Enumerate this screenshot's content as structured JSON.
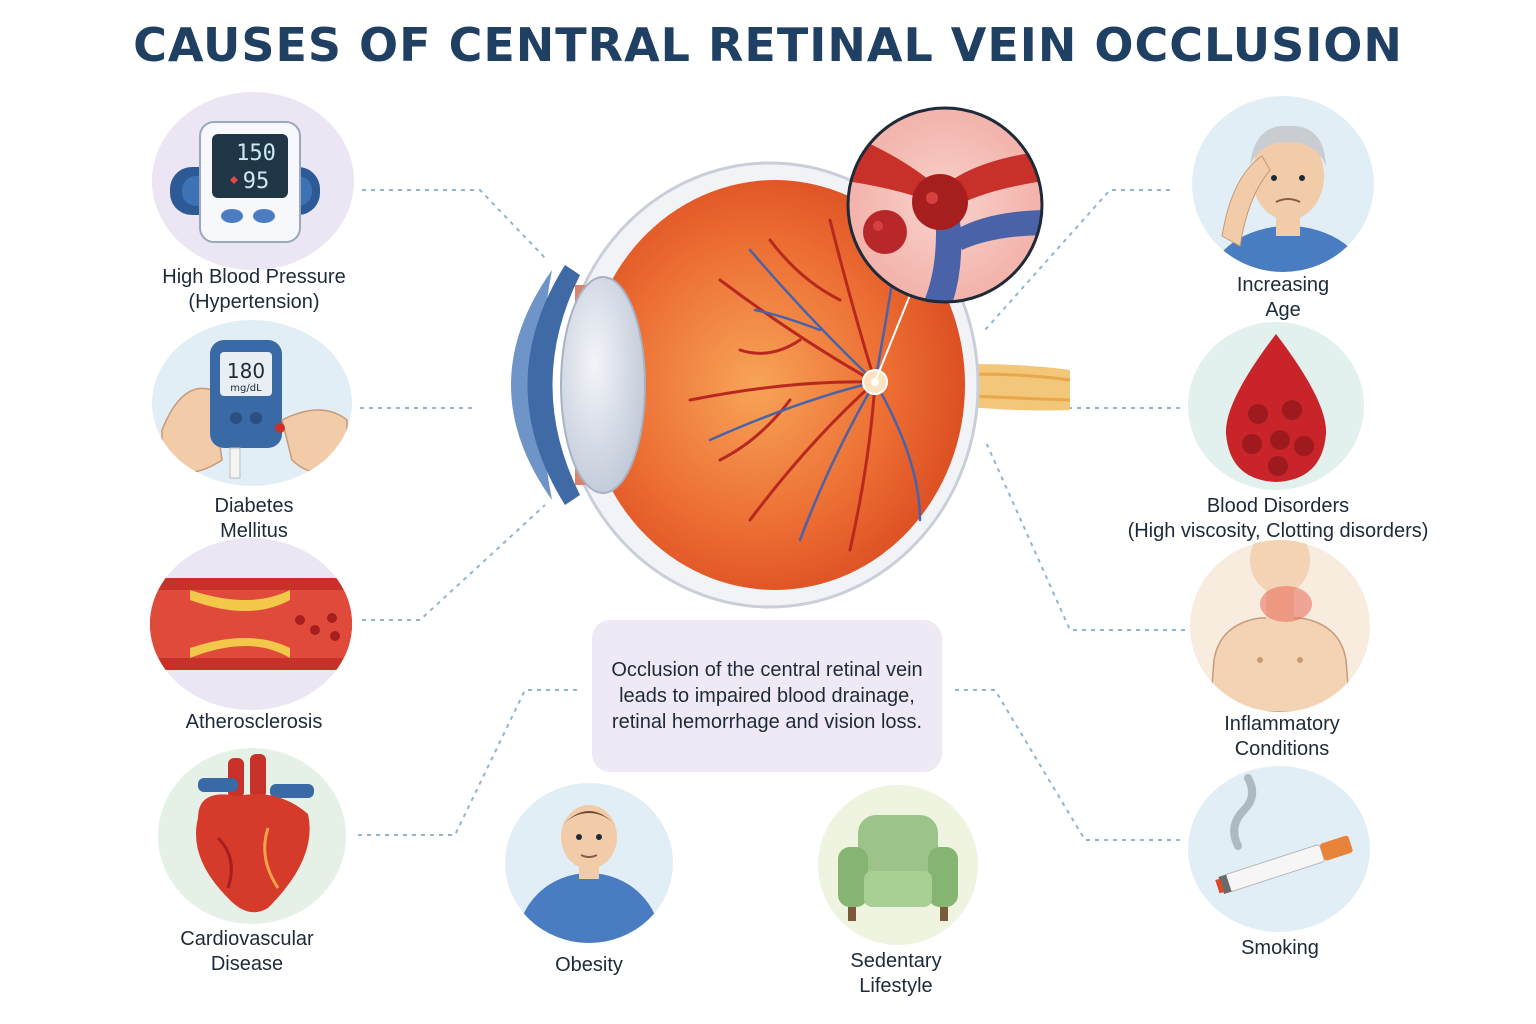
{
  "title": "CAUSES OF CENTRAL RETINAL VEIN OCCLUSION",
  "summary": "Occlusion of the central retinal vein leads to impaired blood drainage, retinal hemorrhage and vision loss.",
  "bp_monitor": {
    "systolic": "150",
    "diastolic": "95"
  },
  "glucometer": {
    "value": "180",
    "unit": "mg/dL"
  },
  "causes": {
    "hypertension": {
      "line1": "High Blood Pressure",
      "line2": "(Hypertension)"
    },
    "diabetes": {
      "line1": "Diabetes",
      "line2": "Mellitus"
    },
    "atherosclerosis": {
      "line1": "Atherosclerosis"
    },
    "cardiovascular": {
      "line1": "Cardiovascular",
      "line2": "Disease"
    },
    "obesity": {
      "line1": "Obesity"
    },
    "sedentary": {
      "line1": "Sedentary",
      "line2": "Lifestyle"
    },
    "age": {
      "line1": "Increasing",
      "line2": "Age"
    },
    "blood_disorders": {
      "line1": "Blood Disorders",
      "line2": "(High viscosity, Clotting disorders)"
    },
    "inflammatory": {
      "line1": "Inflammatory",
      "line2": "Conditions"
    },
    "smoking": {
      "line1": "Smoking"
    }
  },
  "colors": {
    "title": "#1f3f63",
    "retina": "#e8622e",
    "vein": "#4a62a8",
    "artery": "#c8302a",
    "summary_bg": "#efe9f6"
  }
}
